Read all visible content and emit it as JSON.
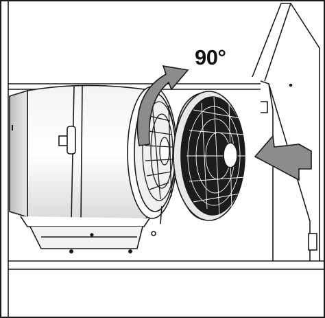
{
  "diagram": {
    "rotation_label": "90°",
    "colors": {
      "line": "#1a1a1a",
      "arrow_fill": "#8c8c8c",
      "filter_ring": "#e6e6e6",
      "filter_mesh": "#1c1c1c",
      "motor_shade": "#d6d6d6",
      "background": "#ffffff"
    },
    "parts": [
      "blower-motor-assembly",
      "grease-filter",
      "rotation-arrow",
      "insertion-arrow",
      "hood-housing"
    ]
  }
}
